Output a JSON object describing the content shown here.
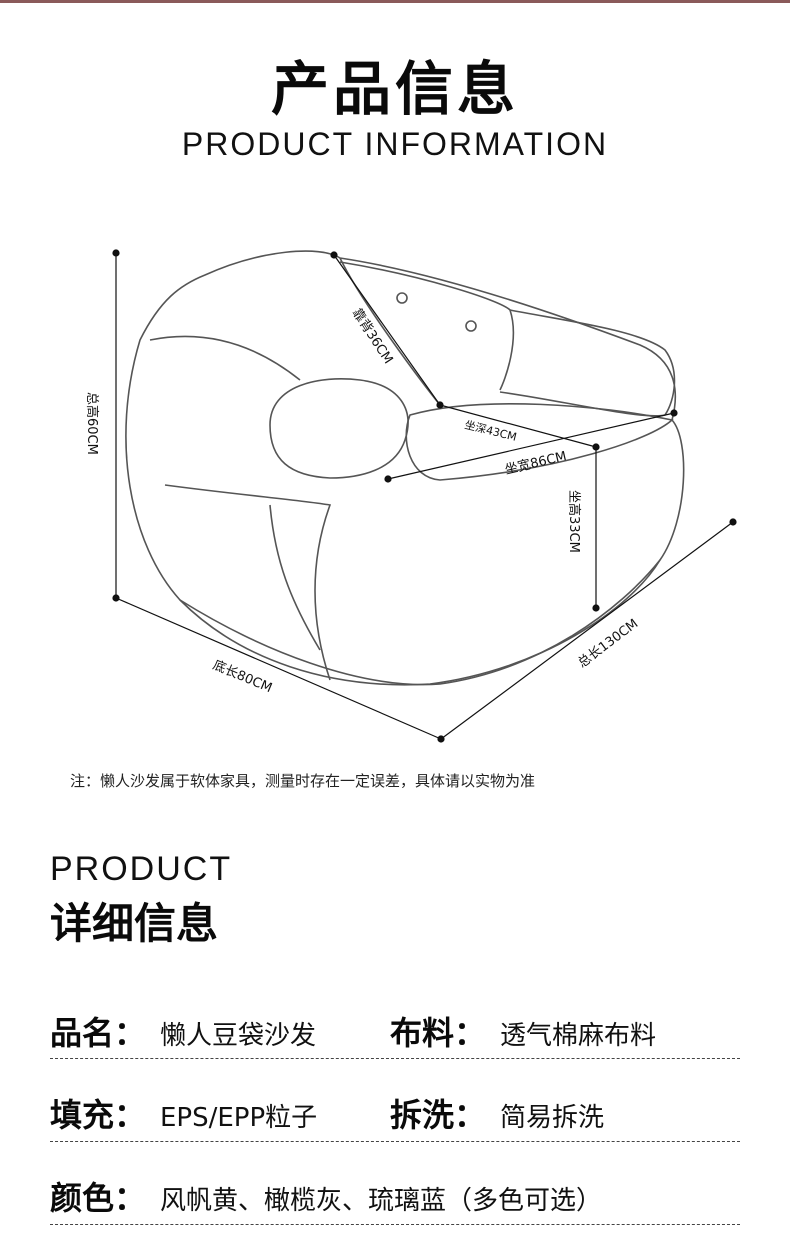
{
  "header": {
    "title_cn": "产品信息",
    "title_en": "PRODUCT INFORMATION"
  },
  "dimensions": {
    "total_height": "总高60CM",
    "back_height": "靠背36CM",
    "seat_depth": "坐深43CM",
    "seat_width": "坐宽86CM",
    "seat_height": "坐高33CM",
    "bottom_length": "底长80CM",
    "total_length": "总长130CM"
  },
  "note": "注：懒人沙发属于软体家具，测量时存在一定误差，具体请以实物为准",
  "details": {
    "heading_en": "PRODUCT",
    "heading_cn": "详细信息",
    "rows": [
      {
        "label1": "品名：",
        "value1": "懒人豆袋沙发",
        "label2": "布料：",
        "value2": "透气棉麻布料"
      },
      {
        "label1": "填充：",
        "value1": "EPS/EPP粒子",
        "label2": "拆洗：",
        "value2": "简易拆洗"
      },
      {
        "label1": "颜色：",
        "value1": "风帆黄、橄榄灰、琉璃蓝（多色可选）"
      }
    ]
  }
}
